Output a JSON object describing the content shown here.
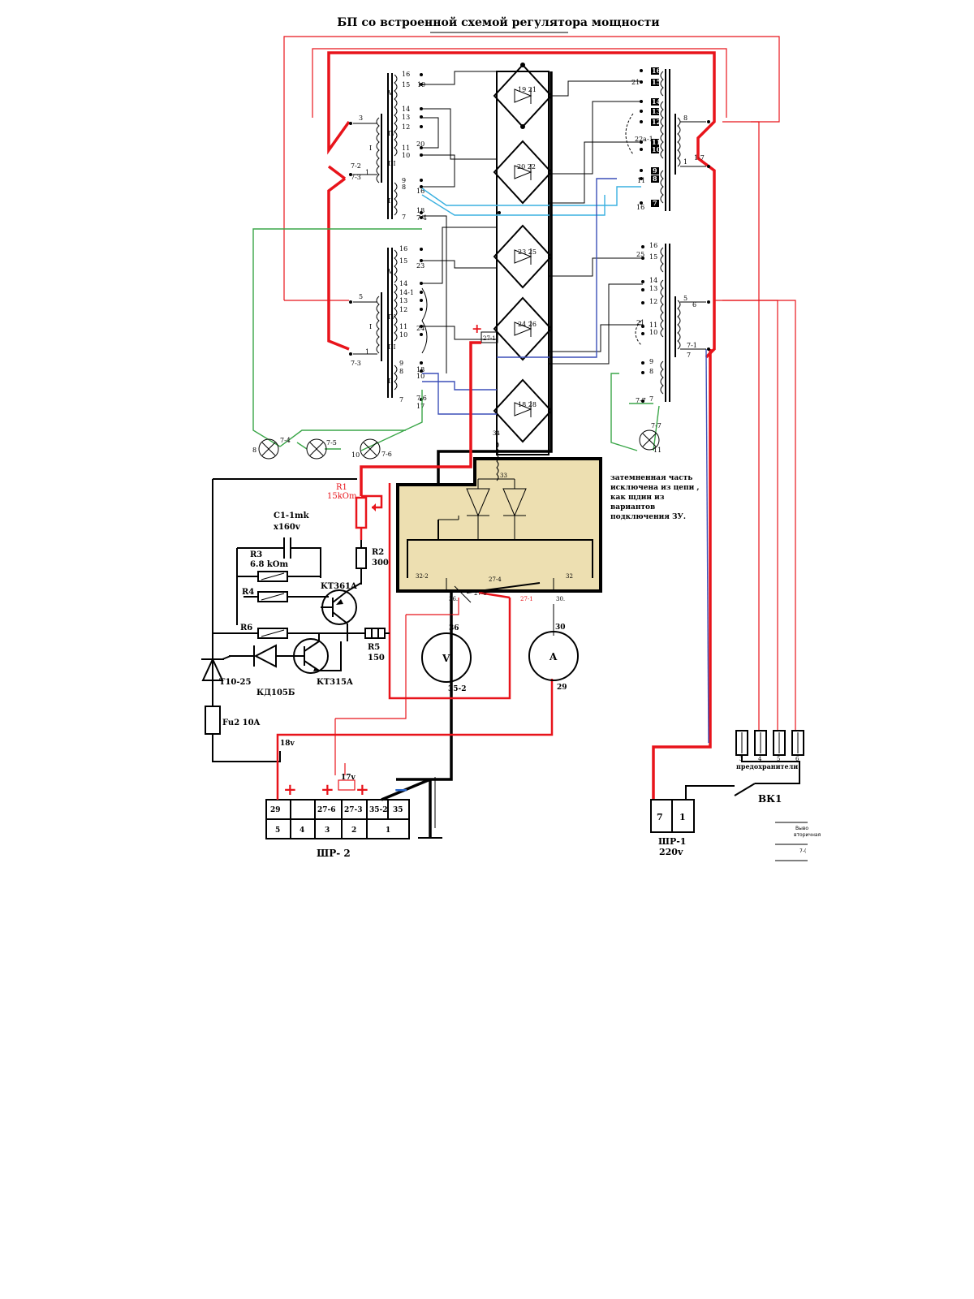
{
  "title": "БП со встроенной схемой регулятора мощности",
  "note": {
    "line1": "затемненная часть",
    "line2": "исключена из цепи ,",
    "line3": "как щдин из",
    "line4": "вариантов",
    "line5": "подключения ЗУ."
  },
  "components": {
    "r1_name": "R1",
    "r1_value": "15kOm",
    "c1_name": "C1-1mk",
    "c1_value": "x160v",
    "r2_name": "R2",
    "r2_value": "300",
    "r3_name": "R3",
    "r3_value": "6.8 kOm",
    "r4_name": "R4",
    "r6_name": "R6",
    "r5_name": "R5",
    "r5_value": "150",
    "t1": "KT361A",
    "t2": "KT315A",
    "diode": "КД105Б",
    "thyristor": "T10-25",
    "fuse": "Fu2 10A"
  },
  "meters": {
    "voltmeter": "V",
    "ammeter": "A",
    "v_top": "36",
    "v_bottom": "35-2",
    "a_top": "30",
    "a_bottom": "29"
  },
  "switch_labels": {
    "s36": "36.",
    "s27_6": "27-6",
    "s27_4": "27-4",
    "s27_1": "27-1",
    "s30": "30.",
    "s32_2": "32-2",
    "s32": "32",
    "s33": "33",
    "s34": "34"
  },
  "connector2": {
    "name": "ШР- 2",
    "top": [
      "29",
      "",
      "27-6",
      "27-3",
      "35-2",
      "35"
    ],
    "bottom": [
      "5",
      "4",
      "3",
      "2",
      "1"
    ],
    "v18": "18v",
    "v17": "17v",
    "plus": "+",
    "minus": "−"
  },
  "connector1": {
    "name": "ШР-1",
    "voltage": "220v",
    "pins": [
      "7",
      "1"
    ]
  },
  "mains": {
    "switch": "ВК1",
    "fuses_label": "предохранители",
    "fuse_pins": [
      "3",
      "4",
      "5",
      "6"
    ]
  },
  "lamps": [
    "7-4",
    "7-5",
    "7-6",
    "7-7"
  ],
  "lamp_pins": [
    "8",
    "10",
    "11"
  ],
  "bridges": [
    "19 21",
    "20 22",
    "23 25",
    "24 26",
    "18 28"
  ],
  "bridge_tap": "27-1",
  "plus_mark": "+",
  "windings": {
    "tl": [
      "16",
      "15",
      "14",
      "13",
      "12",
      "11",
      "10",
      "9",
      "8",
      "7",
      "19",
      "20",
      "3",
      "1",
      "7-2",
      "7-3",
      "16",
      "18",
      "7-4"
    ],
    "bl": [
      "16",
      "15",
      "14",
      "14-1",
      "13",
      "12",
      "11",
      "10",
      "9",
      "8",
      "7",
      "23",
      "24",
      "18",
      "10",
      "17",
      "7-6",
      "5",
      "1",
      "7-3"
    ],
    "tr": [
      "16",
      "15",
      "14",
      "13",
      "12",
      "11",
      "10",
      "9",
      "8",
      "7",
      "21",
      "22a-1",
      "16",
      "11",
      "8",
      "1",
      "1-7"
    ],
    "br": [
      "16",
      "15",
      "14",
      "13",
      "12",
      "11",
      "10",
      "9",
      "8",
      "7",
      "25",
      "21",
      "7-7",
      "5",
      "6",
      "7-1",
      "7"
    ],
    "roman": [
      "V",
      "IV",
      "III",
      "II",
      "I"
    ]
  },
  "corner_stub": [
    "Выво",
    "вторичная",
    "7-("
  ]
}
